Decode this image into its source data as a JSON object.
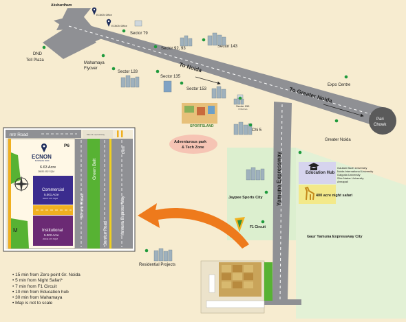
{
  "map": {
    "places": {
      "akshardham": "Akshardham",
      "ecnon_office_1": "ECNON Office",
      "ecnon_office_2": "ECNON Office",
      "dnd": "DND",
      "dnd_toll_plaza": "Toll Plaza",
      "mahamaya": "Mahamaya",
      "mahamaya_flyover": "Flyover",
      "sector_79": "Sector 79",
      "sector_92_93": "Sector 92, 93",
      "sector_143": "Sector 143",
      "sector_128": "Sector 128",
      "sector_135": "Sector 135",
      "sector_153": "Sector 153",
      "sector_150": "Sector 150",
      "sector_150_sub": "IT/ITES hub",
      "expo_centre": "Expo Centre",
      "pari": "Pari",
      "pari_chowk": "Chowk",
      "greater_noida": "Greater Noida",
      "chi5": "Chi 5",
      "adventurous_park_l1": "Adventurous park",
      "adventurous_park_l2": "& Tech Zone",
      "sportsland": "SPORTSLAND",
      "jaypee_sports_city": "Jaypee Sports City",
      "f1_circuit": "F1 Circuit",
      "gaur_yamuna_city": "Gaur Yamuna Expressway City",
      "residential_projects": "Residential Projects",
      "education_hub": "Education Hub",
      "education_hub_items": [
        "Gautam Budh University",
        "Noida International University",
        "Galgotia University",
        "Shiv Nadar University",
        "Amrapali"
      ],
      "night_safari": "400 acre night safari"
    },
    "roads": {
      "to_noida": "To Noida",
      "to_greater_noida": "To Greater Noida",
      "yamuna_expressway": "Yamuna Expressway"
    }
  },
  "inset": {
    "road_top": "mtr Road",
    "plot_id": "P6",
    "logo": "ECNON",
    "logo_sub": "BUSINESS PARK",
    "area": "6.63 Acre",
    "area_sqm": "26830.052 SQM",
    "commercial_title": "Commercial",
    "commercial_area": "5.001 Acre",
    "commercial_sqm": "20237.376 SQM",
    "institutional_title": "Institutional",
    "institutional_area": "5.002 Acre",
    "institutional_sqm": "20242.474 SQM",
    "m_label": "M",
    "green_belt": "Green Belt",
    "mtr_road_30": "30 mtr Road",
    "service_road": "Service Road",
    "yamuna_expressway_way": "Yamuna Express Way",
    "delhi_label": "Delhi",
    "top_marker": "Meerut expressway"
  },
  "notes": [
    "15 min from Zero point Gr. Noida",
    "5 min from Night Safari*",
    "7 min from F1 Circuit",
    "10 min from Education hub",
    "30 min from Mahamaya",
    "Map is not to scale"
  ],
  "colors": {
    "background": "#f7ecd0",
    "road": "#8f9094",
    "green_dot": "#1f9a3c",
    "arrow": "#ee7a1c",
    "commercial": "#3b2c8e",
    "institutional": "#6b2a74",
    "green_belt": "#57b233",
    "education_hub_bg": "#d6d4ee",
    "safari_bg": "#f3e98a",
    "light_green_zone": "#dcefcf"
  }
}
